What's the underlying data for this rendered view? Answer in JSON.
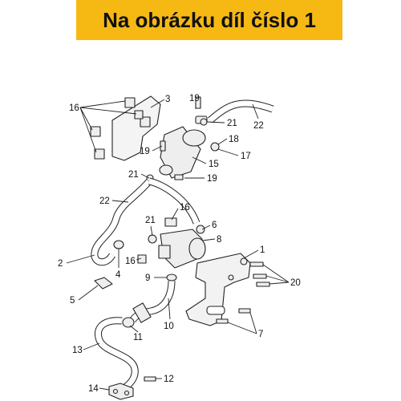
{
  "banner": {
    "title": "Na obrázku díl číslo 1"
  },
  "colors": {
    "banner_bg": "#f6b913",
    "line": "#222222",
    "part_fill": "#eeeeee"
  },
  "callouts": [
    "1",
    "2",
    "3",
    "4",
    "5",
    "6",
    "7",
    "8",
    "9",
    "10",
    "11",
    "12",
    "13",
    "14",
    "15",
    "16",
    "16",
    "16",
    "17",
    "18",
    "19",
    "19",
    "19",
    "20",
    "21",
    "21",
    "21",
    "22",
    "22"
  ]
}
